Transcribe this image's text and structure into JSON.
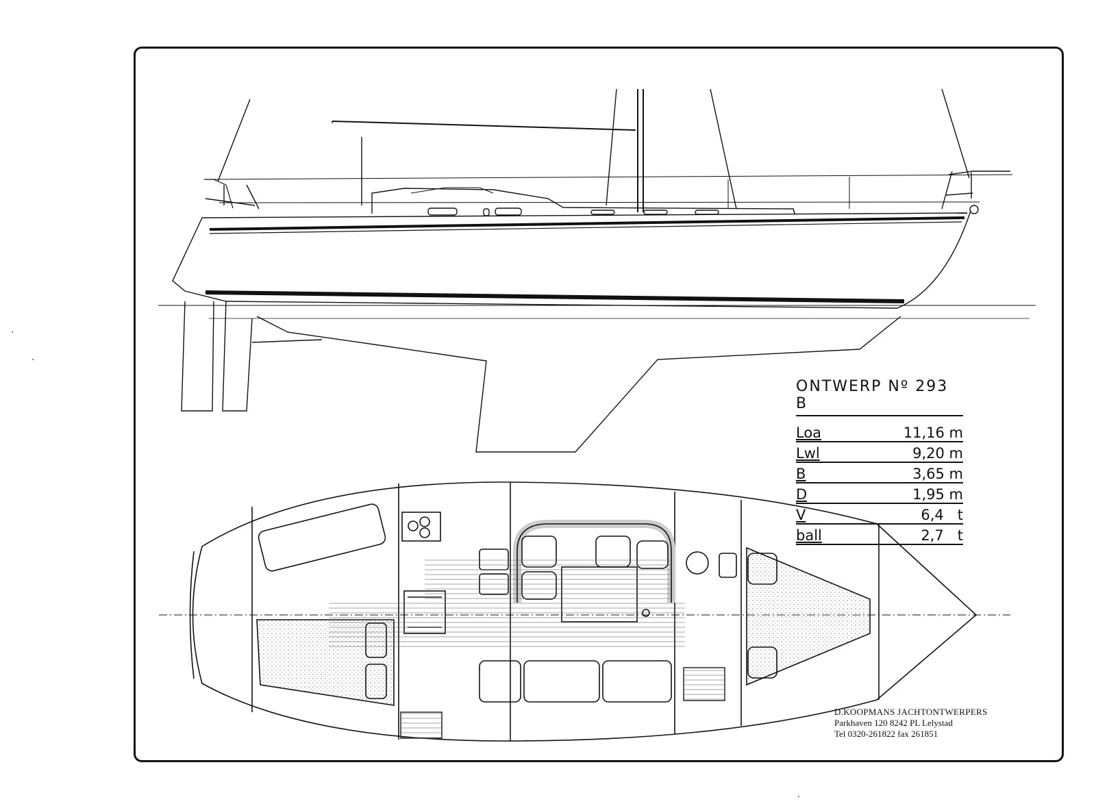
{
  "design": {
    "title": "ONTWERP  Nº 293 B",
    "specs": [
      {
        "label": "Loa",
        "value": "11,16 m"
      },
      {
        "label": "Lwl",
        "value": "9,20 m"
      },
      {
        "label": "B",
        "value": "3,65 m"
      },
      {
        "label": "D",
        "value": "1,95 m"
      },
      {
        "label": "V",
        "value": "6,4   t"
      },
      {
        "label": "ball",
        "value": "2,7   t"
      }
    ]
  },
  "firm": {
    "name": "D.KOOPMANS JACHTONTWERPERS",
    "address": "Parkhaven 120 8242 PL Lelystad",
    "contact": "Tel 0320-261822 fax 261851"
  },
  "colors": {
    "ink": "#111111",
    "paper": "#ffffff",
    "stipple": "#777777"
  }
}
